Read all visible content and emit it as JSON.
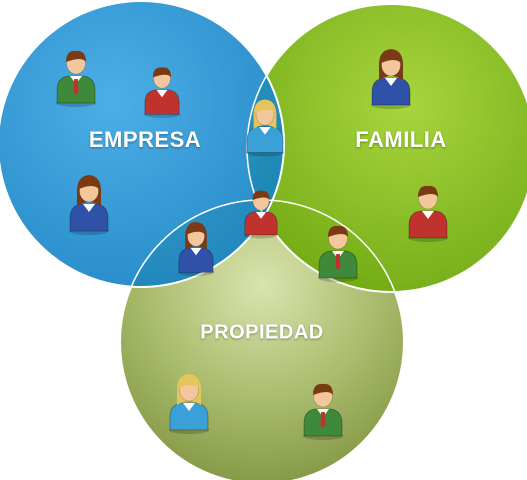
{
  "sets": [
    {
      "id": "empresa",
      "label": "EMPRESA",
      "color": "#1a8fd1"
    },
    {
      "id": "familia",
      "label": "FAMILIA",
      "color": "#84bc1c"
    },
    {
      "id": "propiedad",
      "label": "PROPIEDAD",
      "color": "#9cae58"
    }
  ],
  "people": [
    {
      "kind": "man-tie",
      "shirt": "#3f8a3a",
      "hair": "#7a3b14",
      "region": "empresa"
    },
    {
      "kind": "man",
      "shirt": "#c0322e",
      "hair": "#7a3b14",
      "region": "empresa"
    },
    {
      "kind": "woman",
      "shirt": "#2f52a8",
      "hair": "#7a3b14",
      "region": "empresa"
    },
    {
      "kind": "woman",
      "shirt": "#2f52a8",
      "hair": "#7a3b14",
      "region": "familia"
    },
    {
      "kind": "man",
      "shirt": "#c0322e",
      "hair": "#7a3b14",
      "region": "familia"
    },
    {
      "kind": "woman",
      "shirt": "#3aa0d8",
      "hair": "#e3c55c",
      "region": "empresa-familia"
    },
    {
      "kind": "man",
      "shirt": "#c0322e",
      "hair": "#7a3b14",
      "region": "empresa-familia-propiedad"
    },
    {
      "kind": "woman",
      "shirt": "#2f52a8",
      "hair": "#7a3b14",
      "region": "empresa-propiedad"
    },
    {
      "kind": "man-tie",
      "shirt": "#3f8a3a",
      "hair": "#7a3b14",
      "region": "familia-propiedad"
    },
    {
      "kind": "woman",
      "shirt": "#3aa0d8",
      "hair": "#e3c55c",
      "region": "propiedad"
    },
    {
      "kind": "man-tie",
      "shirt": "#3f8a3a",
      "hair": "#7a3b14",
      "region": "propiedad"
    }
  ]
}
